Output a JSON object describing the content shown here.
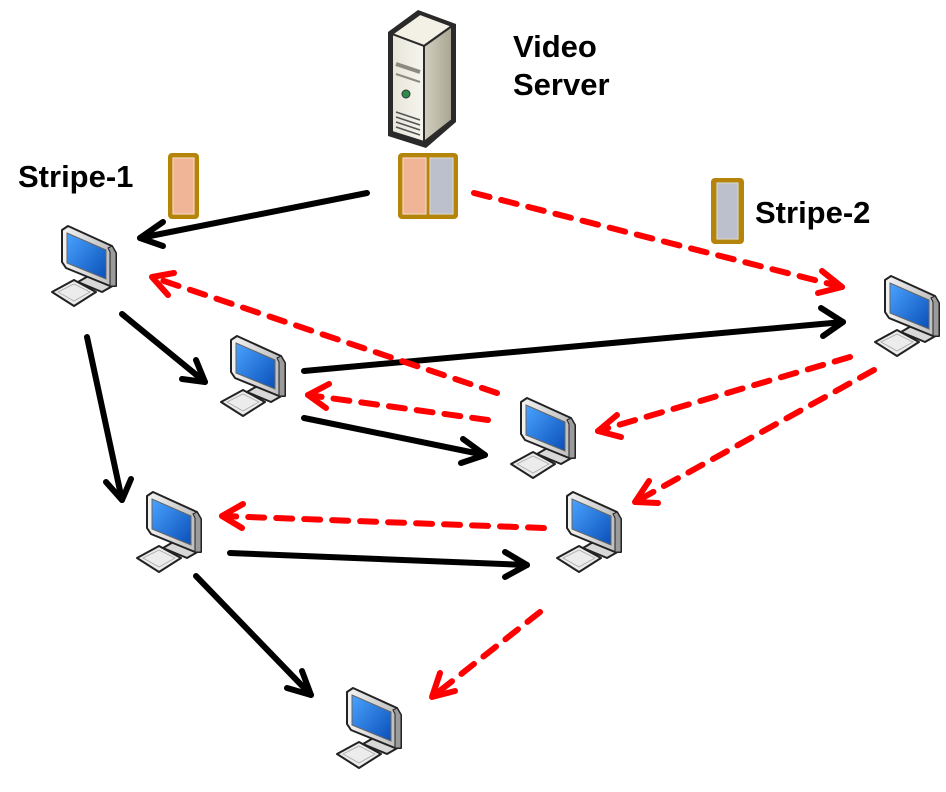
{
  "diagram": {
    "server": {
      "label_line1": "Video",
      "label_line2": "Server",
      "icon": "server-tower-icon"
    },
    "stripes": [
      {
        "id": "stripe-1",
        "label": "Stripe-1",
        "color": "#f0b496"
      },
      {
        "id": "stripe-2",
        "label": "Stripe-2",
        "color": "#bcc0cc"
      }
    ],
    "stripe_frame_color": "#b5840a",
    "computers": [
      {
        "id": "pc-a",
        "icon": "computer-icon"
      },
      {
        "id": "pc-b",
        "icon": "computer-icon"
      },
      {
        "id": "pc-c",
        "icon": "computer-icon"
      },
      {
        "id": "pc-d",
        "icon": "computer-icon"
      },
      {
        "id": "pc-e",
        "icon": "computer-icon"
      },
      {
        "id": "pc-f",
        "icon": "computer-icon"
      },
      {
        "id": "pc-g",
        "icon": "computer-icon"
      }
    ],
    "edges": [
      {
        "from": "server",
        "to": "pc-a",
        "stripe": "stripe-1",
        "style": "solid"
      },
      {
        "from": "pc-a",
        "to": "pc-b",
        "stripe": "stripe-1",
        "style": "solid"
      },
      {
        "from": "pc-a",
        "to": "pc-e",
        "stripe": "stripe-1",
        "style": "solid"
      },
      {
        "from": "pc-b",
        "to": "pc-d",
        "stripe": "stripe-1",
        "style": "solid"
      },
      {
        "from": "pc-b",
        "to": "pc-c",
        "stripe": "stripe-1",
        "style": "solid"
      },
      {
        "from": "pc-e",
        "to": "pc-f",
        "stripe": "stripe-1",
        "style": "solid"
      },
      {
        "from": "pc-e",
        "to": "pc-g",
        "stripe": "stripe-1",
        "style": "solid"
      },
      {
        "from": "server",
        "to": "pc-d",
        "stripe": "stripe-2",
        "style": "dashed"
      },
      {
        "from": "pc-d",
        "to": "pc-c",
        "stripe": "stripe-2",
        "style": "dashed"
      },
      {
        "from": "pc-d",
        "to": "pc-f",
        "stripe": "stripe-2",
        "style": "dashed"
      },
      {
        "from": "pc-c",
        "to": "pc-a",
        "stripe": "stripe-2",
        "style": "dashed"
      },
      {
        "from": "pc-c",
        "to": "pc-b",
        "stripe": "stripe-2",
        "style": "dashed"
      },
      {
        "from": "pc-f",
        "to": "pc-e",
        "stripe": "stripe-2",
        "style": "dashed"
      },
      {
        "from": "pc-f",
        "to": "pc-g",
        "stripe": "stripe-2",
        "style": "dashed"
      }
    ],
    "colors": {
      "solid_edge": "#000000",
      "dashed_edge": "#ff0000",
      "screen": "#1a6fd8"
    }
  }
}
